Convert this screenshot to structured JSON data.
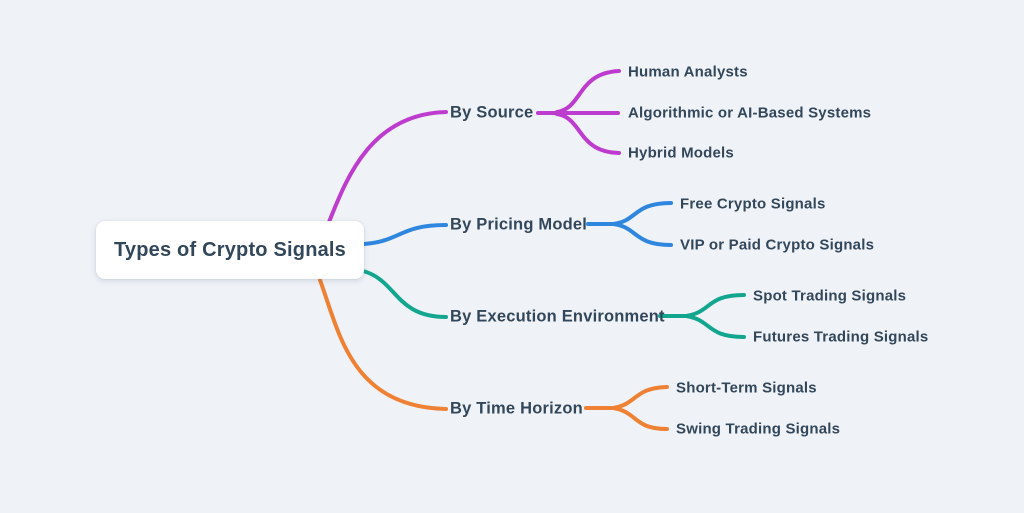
{
  "diagram": {
    "type": "mindmap",
    "background_color": "#eff2f7",
    "text_color": "#33475b",
    "root": {
      "label": "Types of Crypto Signals",
      "bg_color": "#ffffff"
    },
    "branches": [
      {
        "id": "by-source",
        "label": "By Source",
        "color": "#bd3ccf",
        "children": [
          "Human Analysts",
          "Algorithmic or AI-Based Systems",
          "Hybrid Models"
        ]
      },
      {
        "id": "by-pricing-model",
        "label": "By Pricing Model",
        "color": "#2e86de",
        "children": [
          "Free Crypto Signals",
          "VIP or Paid Crypto Signals"
        ]
      },
      {
        "id": "by-execution-environment",
        "label": "By Execution Environment",
        "color": "#13a68e",
        "children": [
          "Spot Trading Signals",
          "Futures Trading Signals"
        ]
      },
      {
        "id": "by-time-horizon",
        "label": "By Time Horizon",
        "color": "#ee8133",
        "children": [
          "Short-Term Signals",
          "Swing Trading Signals"
        ]
      }
    ]
  }
}
